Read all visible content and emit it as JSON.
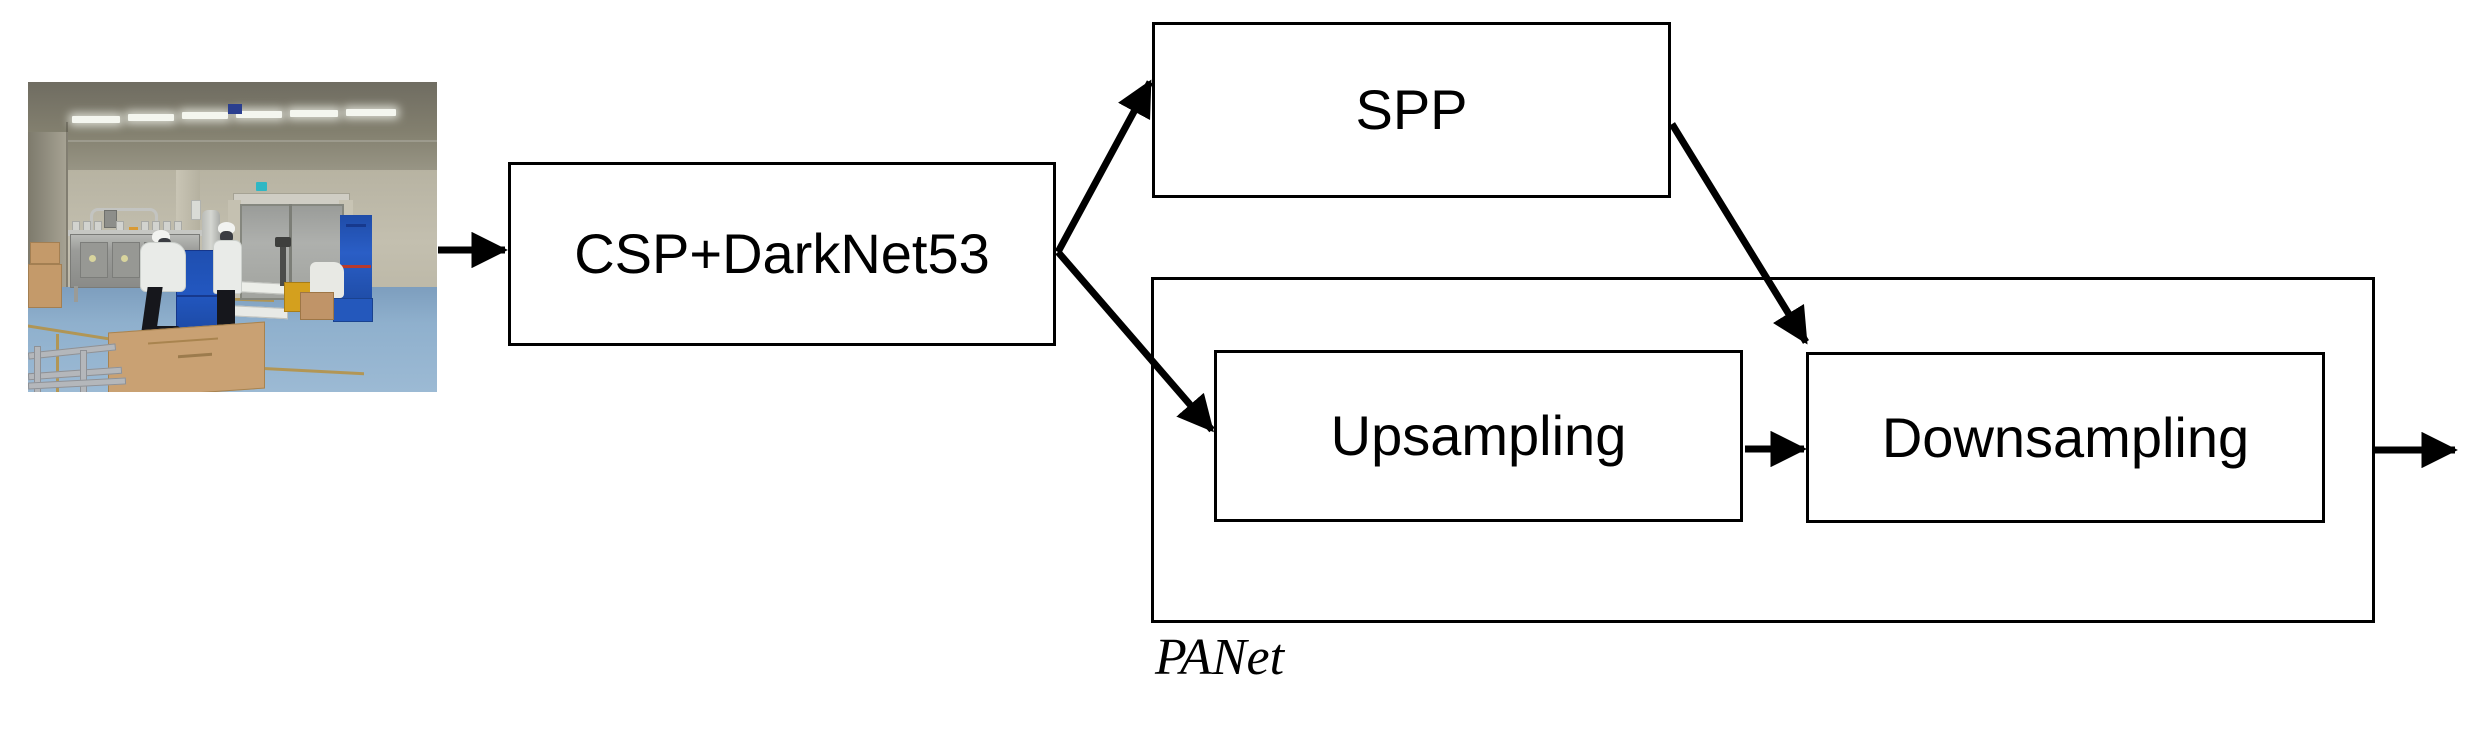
{
  "diagram": {
    "title": "YOLO-style detection network architecture",
    "input": {
      "name": "input-image",
      "alt_description": "Photograph of a cleanroom factory floor with two workers in white coveralls moving a blue cart"
    },
    "nodes": [
      {
        "id": "backbone",
        "label": "CSP+DarkNet53",
        "role": "backbone"
      },
      {
        "id": "spp",
        "label": "SPP",
        "role": "neck-pooling"
      },
      {
        "id": "panet",
        "label": "",
        "role": "neck-container"
      },
      {
        "id": "upsampling",
        "label": "Upsampling",
        "role": "neck-stage"
      },
      {
        "id": "downsampling",
        "label": "Downsampling",
        "role": "neck-stage"
      }
    ],
    "captions": [
      {
        "id": "panet-caption",
        "text": "PANet",
        "style": "italic-serif"
      }
    ],
    "edges": [
      {
        "from": "input-image",
        "to": "backbone",
        "kind": "straight-arrow"
      },
      {
        "from": "backbone",
        "to": "spp",
        "kind": "diagonal-arrow-up"
      },
      {
        "from": "backbone",
        "to": "upsampling",
        "kind": "diagonal-arrow-down"
      },
      {
        "from": "spp",
        "to": "downsampling",
        "kind": "diagonal-arrow-down"
      },
      {
        "from": "upsampling",
        "to": "downsampling",
        "kind": "straight-arrow"
      },
      {
        "from": "panet",
        "to": "output",
        "kind": "straight-arrow"
      }
    ],
    "colors": {
      "stroke": "#000000",
      "background": "#ffffff",
      "text": "#000000"
    }
  }
}
